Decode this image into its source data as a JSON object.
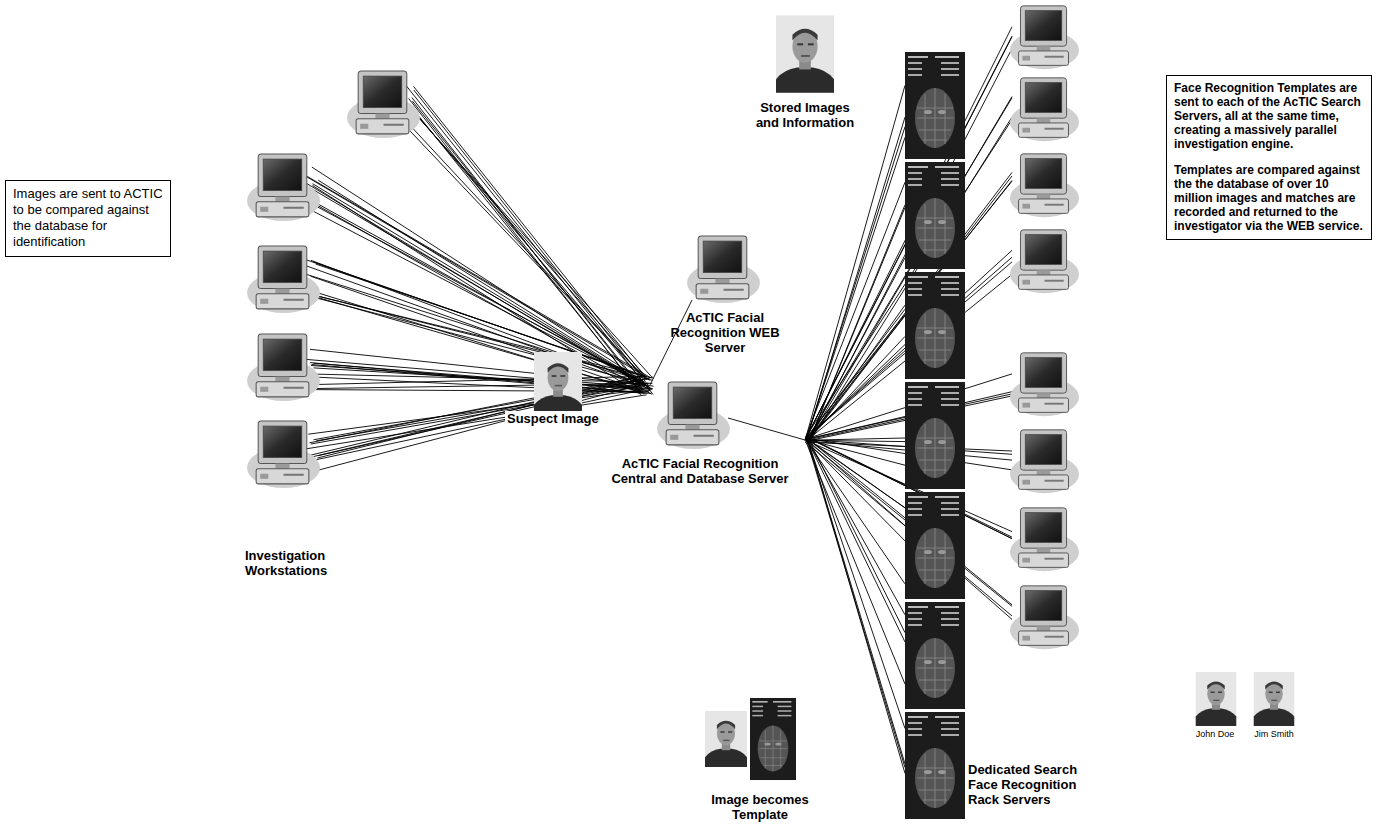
{
  "diagram": {
    "nodes": [
      {
        "text": [
          "Images are sent to ACTIC to be compared against the database for identification"
        ]
      },
      {
        "text": [
          "Face Recognition Templates are sent to each of the AcTIC Search Servers, all at the same time, creating a massively parallel investigation engine.",
          "Templates are compared against the the database of over 10 million images and matches are recorded and returned to the investigator via the WEB service."
        ]
      }
    ],
    "labels": [
      "Investigation Workstations",
      "Suspect Image",
      "Stored Images and Information",
      "AcTIC Facial Recognition WEB Server",
      "AcTIC Facial Recognition Central and Database Server",
      "Dedicated Search Face Recognition Rack Servers",
      "Image becomes Template",
      "John Doe",
      "Jim Smith"
    ]
  }
}
